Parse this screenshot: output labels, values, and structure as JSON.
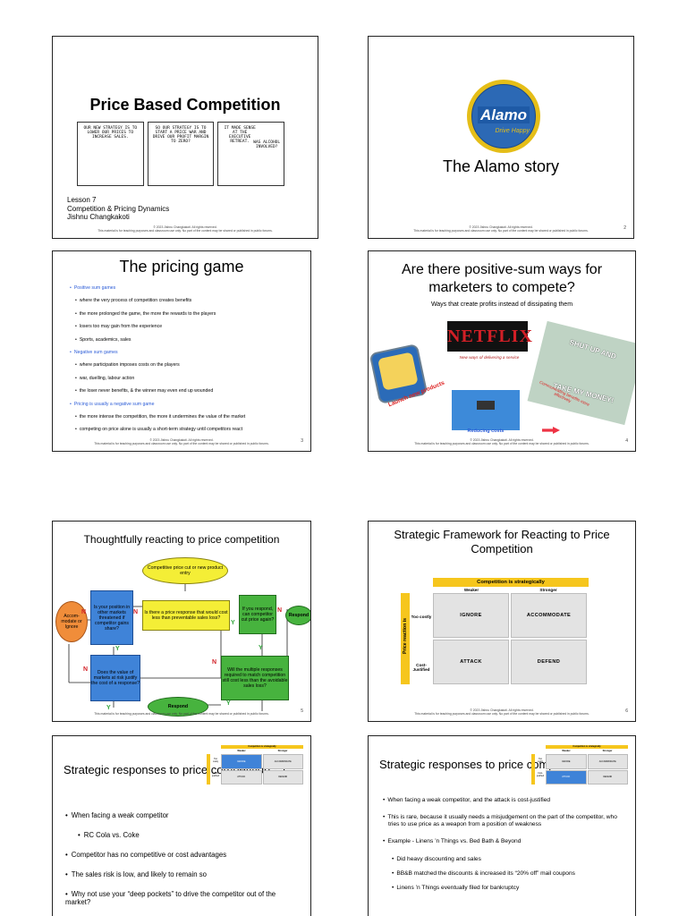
{
  "footer": {
    "copyright": "© 2023 Jishnu Changkakoti. All rights reserved.",
    "notice": "This material is for teaching purposes and classroom use only. No part of the content may be shared or published in public forums."
  },
  "slide1": {
    "title": "Price Based Competition",
    "comic": [
      "OUR NEW STRATEGY IS TO LOWER OUR PRICES TO INCREASE SALES.",
      "SO OUR STRATEGY IS TO START A PRICE WAR AND DRIVE OUR PROFIT MARGIN TO ZERO?",
      "IT MADE SENSE AT THE EXECUTIVE RETREAT.",
      "WAS ALCOHOL INVOLVED?"
    ],
    "lesson": "Lesson 7",
    "course": "Competition & Pricing Dynamics",
    "author": "Jishnu Changkakoti"
  },
  "slide2": {
    "logo_word": "Alamo",
    "logo_tag": "Drive Happy",
    "title": "The Alamo story",
    "page": "2"
  },
  "slide3": {
    "title": "The pricing game",
    "bullets": [
      {
        "level": 1,
        "text": "Positive sum games",
        "accent": true
      },
      {
        "level": 2,
        "text": "where the very process of competition creates benefits",
        "accent": false
      },
      {
        "level": 2,
        "text": "the more prolonged the game, the more the rewards to the players",
        "accent": false
      },
      {
        "level": 2,
        "text": "losers too may gain from the experience",
        "accent": false
      },
      {
        "level": 2,
        "text": "Sports, academics, sales",
        "accent": false
      },
      {
        "level": 1,
        "text": "Negative sum games",
        "accent": true
      },
      {
        "level": 2,
        "text": "where participation imposes costs on the players",
        "accent": false
      },
      {
        "level": 2,
        "text": "war, duelling, labour action",
        "accent": false
      },
      {
        "level": 2,
        "text": "the loser never benefits, & the winner may even end up wounded",
        "accent": false
      },
      {
        "level": 1,
        "text": "Pricing is usually a negative sum game",
        "accent": true
      },
      {
        "level": 2,
        "text": "the more intense the competition, the more it undermines the value of the market",
        "accent": false
      },
      {
        "level": 2,
        "text": "competing on price alone is usually a short-term strategy until competitors react",
        "accent": false
      }
    ],
    "page": "3"
  },
  "slide4": {
    "title": "Are there positive-sum ways for marketers to compete?",
    "subtitle": "Ways that create profits instead of dissipating them",
    "netflix": "NETFLIX",
    "netflix_caption": "New ways of delivering a service",
    "launch": "Launch new products",
    "fry_top": "SHUT UP AND",
    "fry_bottom": "TAKE MY MONEY!",
    "communicate": "Communicating benefits more effectively",
    "reducing": "Reducing costs",
    "page": "4"
  },
  "slide5": {
    "title": "Thoughtfully reacting to price competition",
    "start": "Competitive price cut or new product entry",
    "q_cost": "Is there a price response that would cost less than preventable sales loss?",
    "q_position": "Is your position in other markets threatened if competitor gains share?",
    "q_value": "Does the value of markets at risk justify the cost of a response?",
    "q_match": "If you respond, can competitor cut price again?",
    "q_multiple": "Will the multiple responses required to match competition still cost less than the avoidable sales loss?",
    "accommodate": "Accom-modate or Ignore",
    "respond": "Respond",
    "respond2": "Respond",
    "n": "N",
    "y": "Y",
    "page": "5"
  },
  "slide6": {
    "title": "Strategic Framework for Reacting to Price Competition",
    "header": "Competition is strategically",
    "col_weaker": "Weaker",
    "col_stronger": "Stronger",
    "side": "Price reaction is",
    "row_costly": "Too costly",
    "row_justified": "Cost-Justified",
    "cells": [
      "IGNORE",
      "ACCOMMODATE",
      "ATTACK",
      "DEFEND"
    ],
    "page": "6"
  },
  "slide7": {
    "title": "Strategic responses to price competition - 1",
    "bullets": [
      {
        "level": 1,
        "text": "When facing a weak competitor"
      },
      {
        "level": 2,
        "text": "RC Cola vs. Coke"
      },
      {
        "level": 1,
        "text": "Competitor has no competitive or cost advantages"
      },
      {
        "level": 1,
        "text": "The sales risk is low, and likely to remain so"
      },
      {
        "level": 1,
        "text": "Why not use your “deep pockets” to drive the competitor out of the market?"
      }
    ]
  },
  "slide8": {
    "title": "Strategic responses to price competition - 2",
    "bullets": [
      {
        "level": 1,
        "text": "When facing a weak competitor, and the attack is cost-justified"
      },
      {
        "level": 1,
        "text": "This is rare, because it usually needs a misjudgement on the part of the competitor, who tries to use price as a weapon from a position of weakness"
      },
      {
        "level": 1,
        "text": "Example - Linens ’n Things vs. Bed Bath & Beyond"
      },
      {
        "level": 2,
        "text": "Did heavy discounting and sales"
      },
      {
        "level": 2,
        "text": "BB&B matched the discounts & increased its “20% off” mail coupons"
      },
      {
        "level": 2,
        "text": "Linens ’n Things eventually filed for bankruptcy"
      }
    ]
  },
  "mini_matrix": {
    "header": "Competition is strategically",
    "weaker": "Weaker",
    "stronger": "Stronger",
    "costly": "Too costly",
    "justified": "Cost-justified",
    "cells": [
      "IGNORE",
      "ACCOMMODATE",
      "ATTACK",
      "DEFEND"
    ]
  },
  "colors": {
    "accent_blue": "#2a5bd7",
    "matrix_yellow": "#f6c61d",
    "flow_yellow": "#f4ee36",
    "flow_blue": "#3f83d8",
    "flow_green": "#47b33e",
    "flow_orange": "#f08d3a"
  }
}
